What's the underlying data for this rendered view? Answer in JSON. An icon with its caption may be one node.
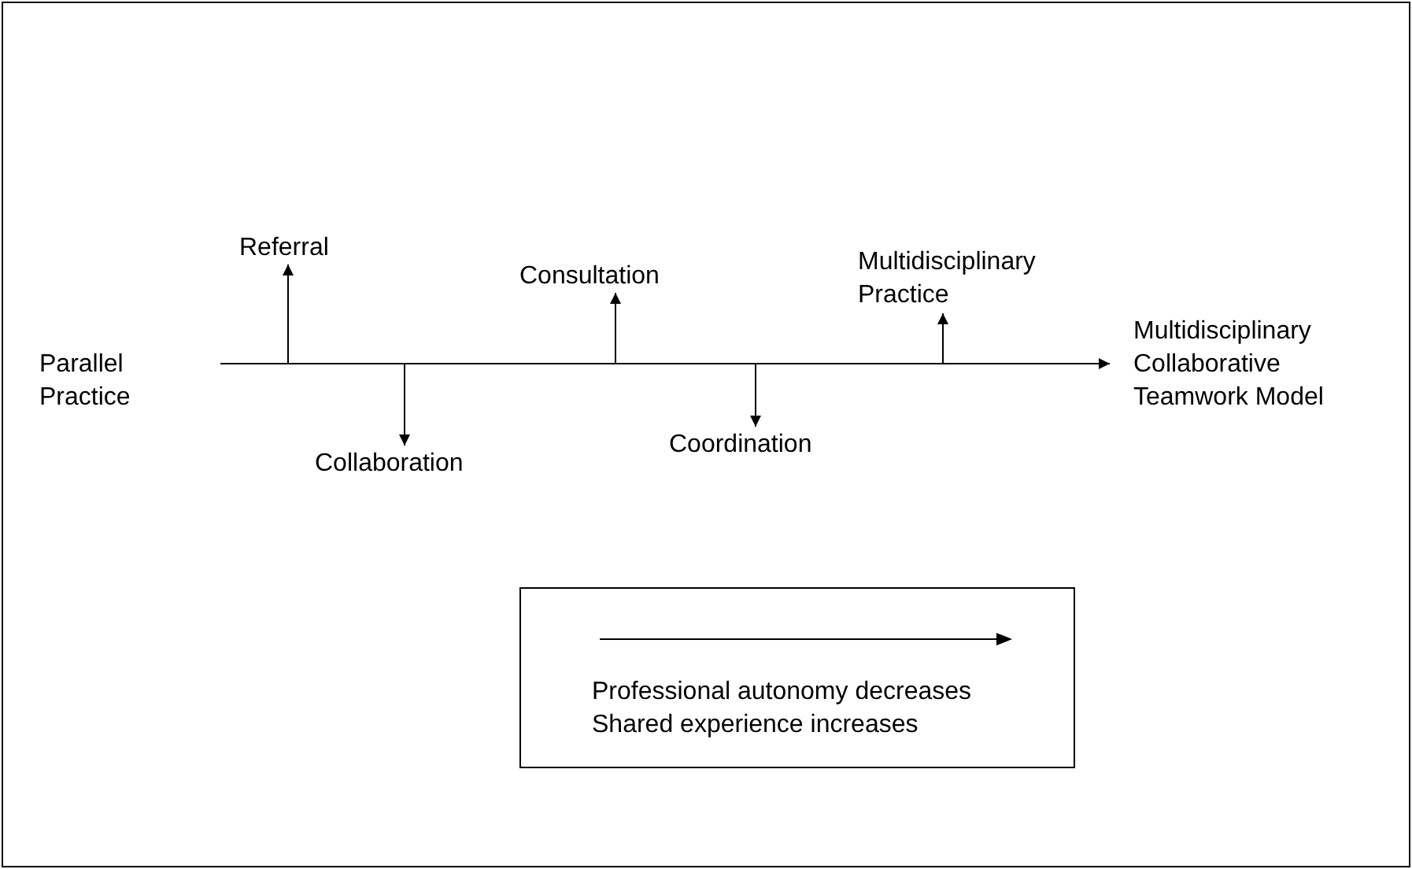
{
  "diagram": {
    "nodes": [
      {
        "text": [
          "Parallel Practice"
        ]
      },
      {
        "text": [
          "Referral"
        ]
      },
      {
        "text": [
          "Collaboration"
        ]
      },
      {
        "text": [
          "Consultation"
        ]
      },
      {
        "text": [
          "Coordination"
        ]
      },
      {
        "text": [
          "Multidisciplinary Practice"
        ]
      },
      {
        "text": [
          "Multidisciplinary Collaborative Teamwork Model"
        ]
      },
      {
        "text": [
          "Professional autonomy decreases",
          "Shared experience increases"
        ]
      }
    ],
    "edges": [
      {
        "from": 0,
        "to": 6,
        "arrow": "to"
      },
      {
        "from": null,
        "to": 1,
        "arrow": "to"
      },
      {
        "from": null,
        "to": 2,
        "arrow": "to"
      },
      {
        "from": null,
        "to": 3,
        "arrow": "to"
      },
      {
        "from": null,
        "to": 4,
        "arrow": "to"
      },
      {
        "from": null,
        "to": 5,
        "arrow": "to"
      }
    ]
  }
}
